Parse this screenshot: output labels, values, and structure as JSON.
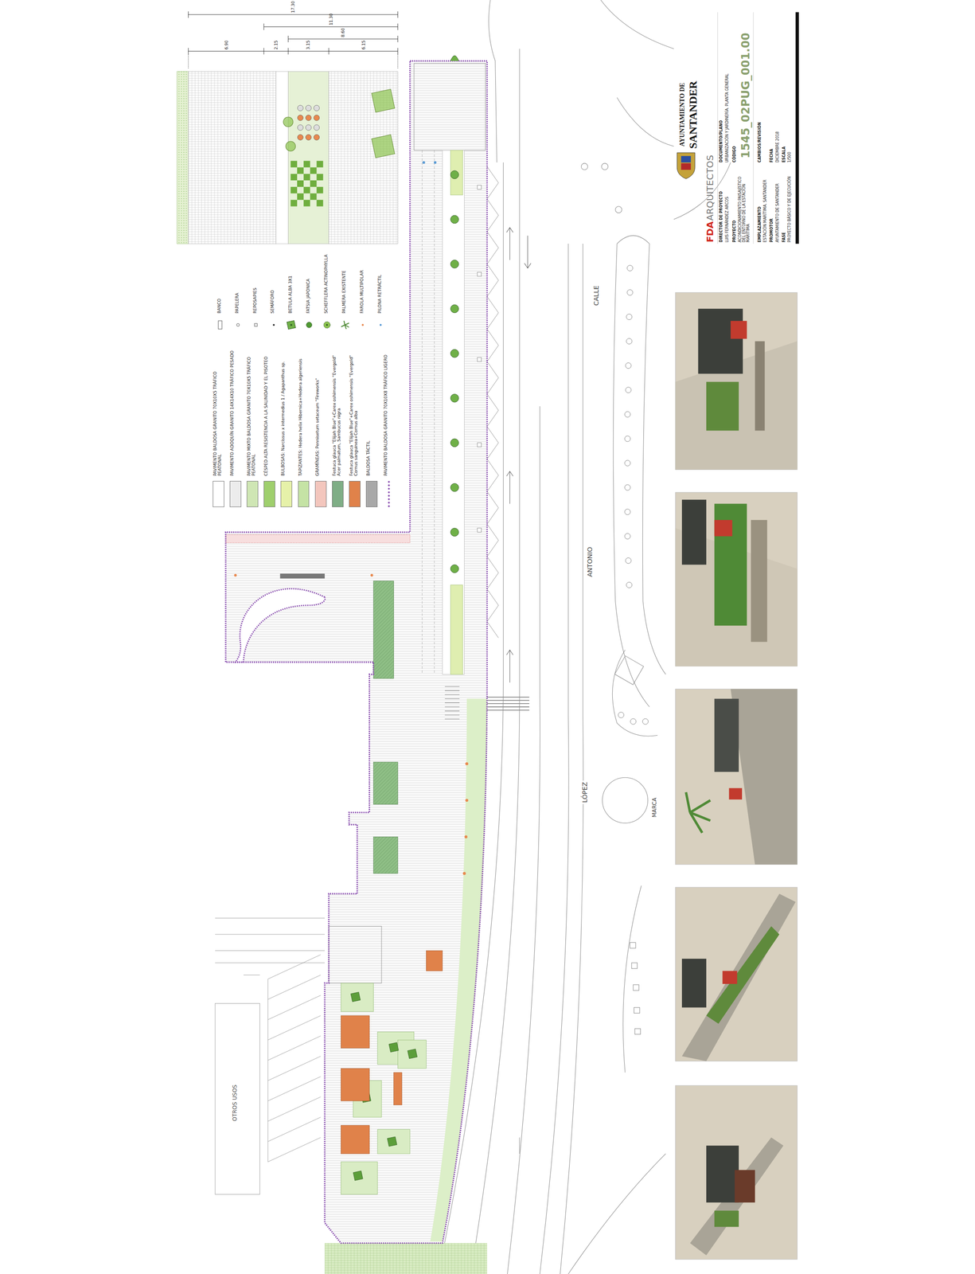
{
  "diagram": {
    "labels": [
      "17.30",
      "11.30",
      "8.60",
      "6.90",
      "2.15",
      "3.15",
      "6.15",
      "CALLE",
      "ANTONIO",
      "LÓPEZ",
      "MARCA",
      "OTROS USOS",
      "AYUNTAMIENTO DE",
      "SANTANDER",
      "FDA",
      "ARQUITECTOS",
      "DIRECTOR DE PROYECTO",
      "LUIS FERNÁNDEZ ARCOS",
      "DOCUMENTO/PLANO",
      "URBANIZACIÓN Y JARDINERÍA. PLANTA GENERAL",
      "PROYECTO",
      "ACONDICIONAMIENTO PAISAJÍSTICO DEL ENTORNO DE LA ESTACIÓN MARÍTIMA",
      "CÓDIGO",
      "1545_02PUG_001.00",
      "EMPLAZAMIENTO",
      "ESTACIÓN MARÍTIMA. SANTANDER",
      "CAMBIOS/REVISIÓN",
      "PROMOTOR",
      "AYUNTAMIENTO DE SANTANDER",
      "FECHA",
      "DICIEMBRE 2018",
      "FASE",
      "PROYECTO BÁSICO Y DE EJECUCIÓN",
      "ESCALA",
      "1/500"
    ],
    "legend": [
      {
        "text": "PAVIMENTO BALDOSA GRANITO 70X10X5 TRÁFICO PEATONAL",
        "color": "#ffffff"
      },
      {
        "text": "PAVIMENTO ADOQUÍN GRANITO 14X14X10 TRÁFICO PESADO",
        "color": "#ececec"
      },
      {
        "text": "PAVIMENTO MIXTO BALDOSA GRANITO 70X10X5 TRÁFICO PEATONAL",
        "color": "#cfe6b4"
      },
      {
        "text": "CÉSPED ALTA RESISTENCIA A LA SALINIDAD Y EL PISOTEO",
        "color": "#9fcf6d"
      },
      {
        "text": "BULBOSAS: Narcissus x intermedius 1 / Agapanthus sp.",
        "color": "#e6f1a9"
      },
      {
        "text": "TAPIZANTES: Hedera helix Hibernica+Hedera algeriensis",
        "color": "#c5e3a5"
      },
      {
        "text": "GRAMÍNEAS: Pennisetum setaceum \"Fireworks\"",
        "color": "#f3c6bd"
      },
      {
        "text": "Festuca glauca \"Elijah Blue\"+Carex oshimensis \"Evergold\" Acer palmatum, Sambucus nigra",
        "color": "#7fae86"
      },
      {
        "text": "Festuca glauca \"Elijah Blue\"+Carex oshimensis \"Evergold\" Cornus sanguinea+Cornus alba",
        "color": "#e0824a"
      },
      {
        "text": "BALDOSA TÁCTIL",
        "color": "#a8a8a8"
      },
      {
        "text": "PAVIMENTO BALDOSA GRANITO 70X10X8 TRÁFICO LIGERO"
      },
      {
        "text": "BANCO"
      },
      {
        "text": "PAPELERA"
      },
      {
        "text": "REPOSAPIES"
      },
      {
        "text": "SEMÁFORO"
      },
      {
        "text": "BETULA ALBA 3X1"
      },
      {
        "text": "FATSIA JAPONICA"
      },
      {
        "text": "SCHEFFLERA ACTINOPHYLLA"
      },
      {
        "text": "PALMERA EXISTENTE"
      },
      {
        "text": "FAROLA MULTIPOLAR"
      },
      {
        "text": "PILONA RETRÁCTIL"
      }
    ]
  }
}
